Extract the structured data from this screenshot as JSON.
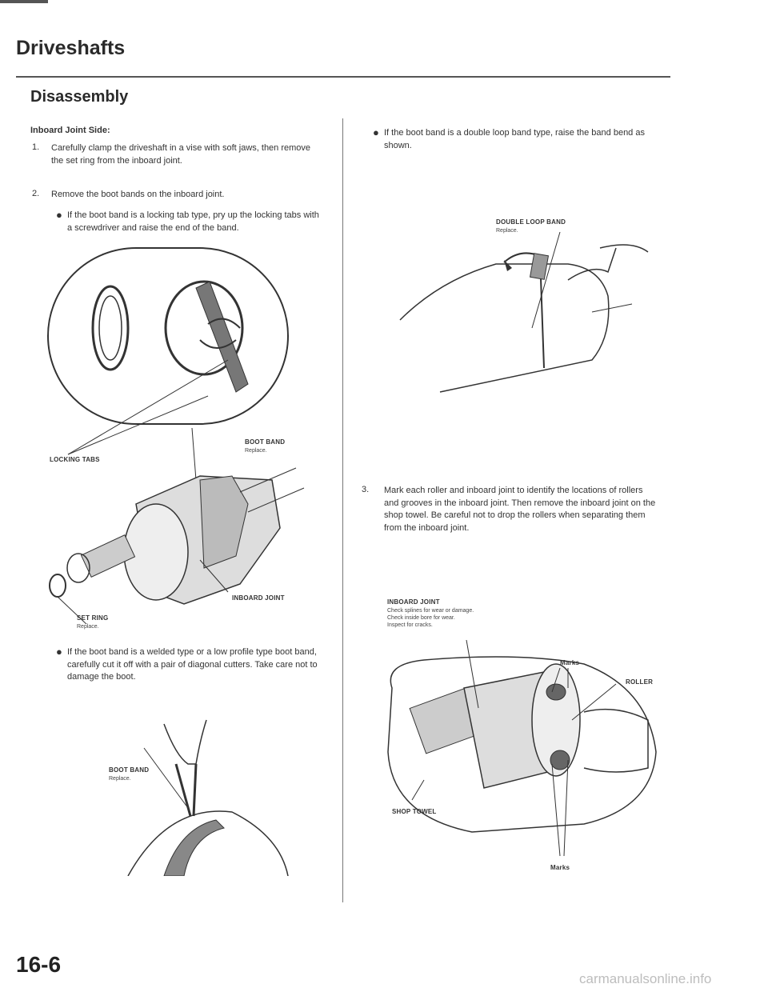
{
  "header": {
    "title": "Driveshafts",
    "subtitle": "Disassembly"
  },
  "left": {
    "section_heading": "Inboard Joint Side:",
    "step1_num": "1.",
    "step1_text": "Carefully clamp the driveshaft in a vise with soft jaws, then remove the set ring from the inboard joint.",
    "step2_num": "2.",
    "step2_text": "Remove the boot bands on the inboard joint.",
    "bullet_a": "If the boot band is a locking tab type, pry up the locking tabs with a screwdriver and raise the end of the band.",
    "fig1": {
      "locking_tabs": "LOCKING TABS",
      "boot_band": "BOOT BAND",
      "boot_band_note": "Replace.",
      "inboard_joint": "INBOARD JOINT",
      "set_ring": "SET RING",
      "set_ring_note": "Replace."
    },
    "bullet_b": "If the boot band is a welded type or a low profile type boot band, carefully cut it off with a pair of diagonal cutters. Take care not to damage the boot.",
    "fig2": {
      "boot_band": "BOOT BAND",
      "boot_band_note": "Replace."
    }
  },
  "right": {
    "bullet_c": "If the boot band is a double loop band type, raise the band bend as shown.",
    "fig3": {
      "double_loop_band": "DOUBLE LOOP BAND",
      "note": "Replace."
    },
    "step3_num": "3.",
    "step3_text": "Mark each roller and inboard joint to identify the locations of rollers and grooves in the inboard joint. Then remove the inboard joint on the shop towel. Be careful not to drop the rollers when separating them from the inboard joint.",
    "fig4": {
      "inboard_joint": "INBOARD JOINT",
      "note1": "Check splines for wear or damage.",
      "note2": "Check inside bore for wear.",
      "note3": "Inspect for cracks.",
      "marks_top": "Marks",
      "roller": "ROLLER",
      "shop_towel": "SHOP TOWEL",
      "marks_bottom": "Marks"
    }
  },
  "footer": {
    "page_number": "16-6",
    "watermark": "carmanualsonline.info"
  }
}
